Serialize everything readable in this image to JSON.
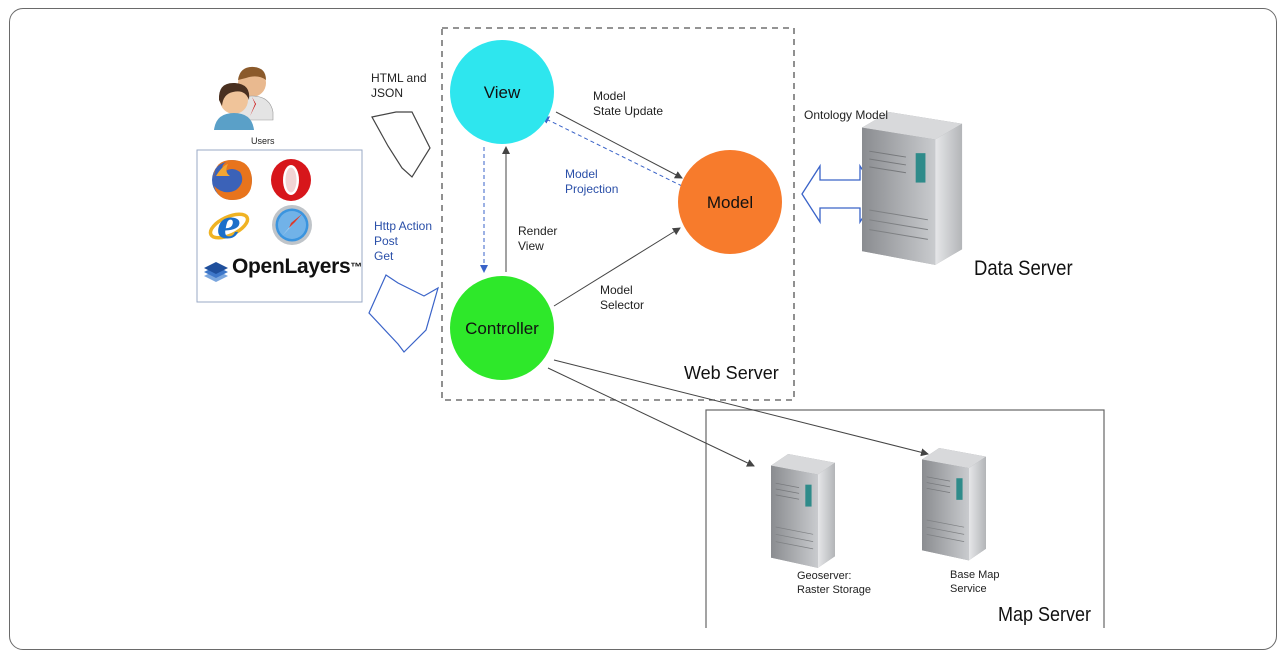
{
  "nodes": {
    "view": {
      "label": "View",
      "color": "#2ee6ee"
    },
    "model": {
      "label": "Model",
      "color": "#f77b2c"
    },
    "controller": {
      "label": "Controller",
      "color": "#2ee82a"
    }
  },
  "labels": {
    "users": "Users",
    "openlayers": "OpenLayers",
    "openlayers_tm": "™",
    "html_json": "HTML and\nJSON",
    "http_action": "Http Action\nPost\nGet",
    "model_state_update": "Model\nState Update",
    "model_projection": "Model\nProjection",
    "render_view": "Render\nView",
    "model_selector": "Model\nSelector",
    "ontology_model": "Ontology Model",
    "web_server": "Web Server",
    "data_server": "Data Server",
    "geoserver": "Geoserver:\nRaster Storage",
    "base_map": "Base Map\nService",
    "map_server": "Map Server"
  },
  "icons": [
    "users-icon",
    "firefox-icon",
    "opera-icon",
    "internet-explorer-icon",
    "safari-icon",
    "openlayers-icon",
    "server-icon"
  ],
  "colors": {
    "annotation_blue": "#2a4fa8",
    "server_gray": "#b8babd",
    "arrow_blue": "#3a63c8"
  }
}
